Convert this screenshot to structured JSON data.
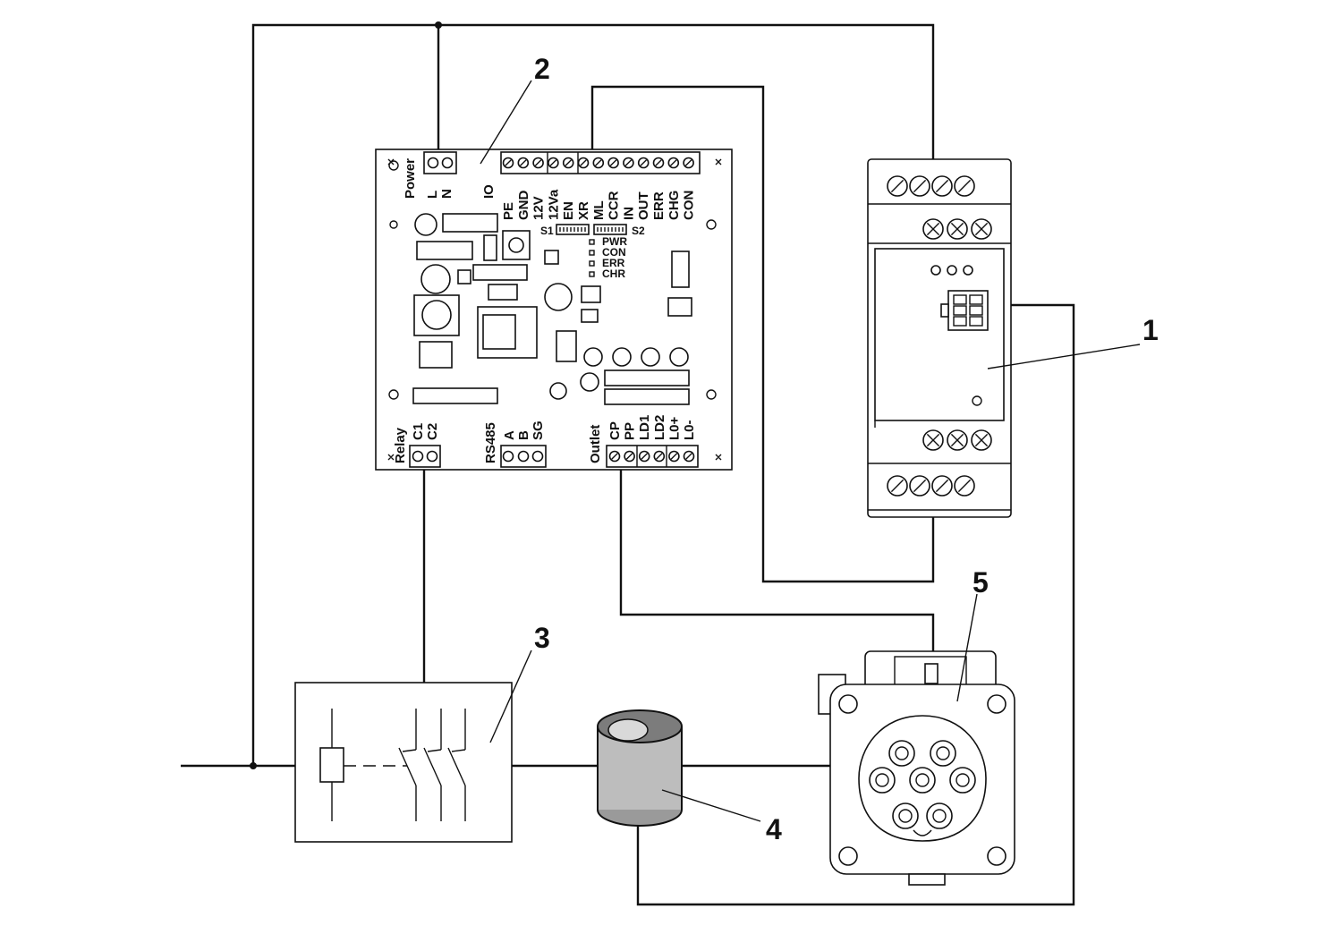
{
  "callouts": [
    "1",
    "2",
    "3",
    "4",
    "5"
  ],
  "pcb": {
    "power_title": "Power",
    "power_pins": [
      "L",
      "N"
    ],
    "io_title": "IO",
    "io_pins": [
      "PE",
      "GND",
      "12V",
      "12Va",
      "EN",
      "XR",
      "ML",
      "CCR",
      "IN",
      "OUT",
      "ERR",
      "CHG",
      "CON"
    ],
    "switch_labels": [
      "S1",
      "S2"
    ],
    "leds": [
      "PWR",
      "CON",
      "ERR",
      "CHR"
    ],
    "relay_title": "Relay",
    "relay_pins": [
      "C1",
      "C2"
    ],
    "rs485_title": "RS485",
    "rs485_pins": [
      "A",
      "B",
      "SG"
    ],
    "outlet_title": "Outlet",
    "outlet_pins": [
      "CP",
      "PP",
      "LD1",
      "LD2",
      "L0+",
      "L0-"
    ]
  }
}
